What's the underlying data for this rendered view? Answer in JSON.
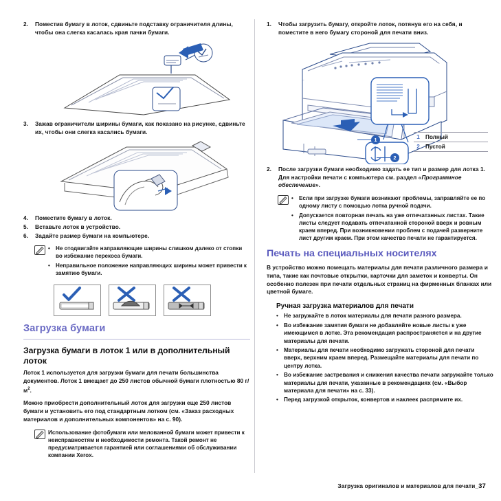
{
  "footer": {
    "text": "Загрузка оригиналов и материалов для печати_",
    "page": "37"
  },
  "left_column": {
    "step2": {
      "num": "2.",
      "text": "Поместив бумагу в лоток, сдвиньте подставку ограничителя длины, чтобы она слегка касалась края пачки бумаги."
    },
    "step3": {
      "num": "3.",
      "text": "Зажав ограничители ширины бумаги, как показано на рисунке, сдвиньте их, чтобы они слегка касались бумаги."
    },
    "step4": {
      "num": "4.",
      "text": "Поместите бумагу в лоток."
    },
    "step5": {
      "num": "5.",
      "text": "Вставьте лоток в устройство."
    },
    "step6": {
      "num": "6.",
      "text": "Задайте размер бумаги на компьютере."
    },
    "note1": [
      "Не отодвигайте направляющие ширины слишком далеко от стопки во избежание перекоса бумаги.",
      "Неправильное положение направляющих ширины может привести к замятию бумаги."
    ],
    "icon_boxes": [
      {
        "mark": "check",
        "name": "correct-paper-icon"
      },
      {
        "mark": "cross",
        "name": "incorrect-curled-paper-icon"
      },
      {
        "mark": "cross",
        "name": "incorrect-overfilled-paper-icon"
      }
    ],
    "section_title": "Загрузка бумаги",
    "subsection_title": "Загрузка бумаги в лоток 1 или в дополнительный лоток",
    "para1": "Лоток 1 используется для загрузки бумаги для печати большинства документов. Лоток 1 вмещает до 250 листов обычной бумаги плотностью 80 г/м",
    "para1_sup": "2",
    "para1_end": ".",
    "para2": "Можно приобрести дополнительный лоток для загрузки еще 250 листов бумаги и установить его под стандартным лотком (см. «Заказ расходных материалов и дополнительных компонентов» на с. 90).",
    "note2": "Использование фотобумаги или мелованной бумаги может привести к неисправностям и необходимости ремонта. Такой ремонт не предусматривается гарантией или соглашениями об обслуживании компании Xerox."
  },
  "right_column": {
    "step1": {
      "num": "1.",
      "text": "Чтобы загрузить бумагу, откройте лоток, потянув его на себя, и поместите в него бумагу стороной для печати вниз."
    },
    "legend": [
      {
        "n": "1",
        "label": "Полный"
      },
      {
        "n": "2",
        "label": "Пустой"
      }
    ],
    "step2": {
      "num": "2.",
      "text_a": "После загрузки бумаги необходимо задать ее тип и размер для лотка 1. Для настройки печати с компьютера см. раздел ",
      "text_quote": "«Программное обеспечение»",
      "text_b": "."
    },
    "note1": [
      "Если при загрузке бумаги возникают проблемы, заправляйте ее по одному листу с помощью лотка ручной подачи.",
      "Допускается повторная печать на уже отпечатанных листах. Такие листы следует подавать отпечатанной стороной вверх и ровным краем вперед. При возникновении проблем с подачей разверните лист другим краем. При этом качество печати не гарантируется."
    ],
    "section_title": "Печать на специальных носителях",
    "para1": "В устройство можно помещать материалы для печати различного размера и типа, такие как почтовые открытки, карточки для заметок и конверты. Он особенно полезен при печати отдельных страниц на фирменных бланках или цветной бумаге.",
    "subsection_title": "Ручная загрузка материалов для печати",
    "bullets": [
      "Не загружайте в лоток материалы для печати разного размера.",
      "Во избежание замятия бумаги не добавляйте новые листы к уже имеющимся в лотке. Эта рекомендация распространяется и на другие материалы для печати.",
      "Материалы для печати необходимо загружать стороной для печати вверх, верхним краем вперед. Размещайте материалы для печати по центру лотка.",
      "Во избежание застревания и снижения качества печати загружайте только материалы для печати, указанные в рекомендациях (см. «Выбор материала для печати» на с. 33).",
      "Перед загрузкой открыток, конвертов и наклеек распрямите их."
    ]
  },
  "colors": {
    "heading_purple": "#5b5bbe",
    "callout_blue": "#2b5fb5",
    "check_blue": "#2b5fb5",
    "illustration_line": "#2a4a8a"
  }
}
